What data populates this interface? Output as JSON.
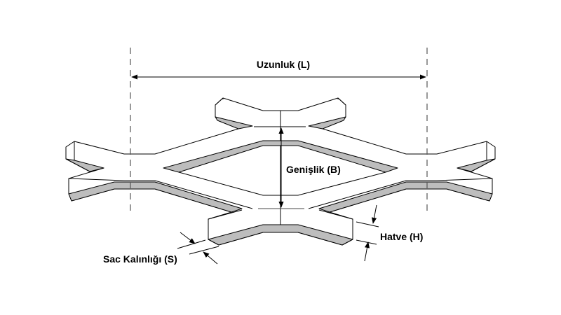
{
  "diagram": {
    "labels": {
      "length": "Uzunluk (L)",
      "width": "Genişlik (B)",
      "pitch": "Hatve (H)",
      "thickness": "Sac Kalınlığı (S)"
    },
    "colors": {
      "face": "#bdbdbd",
      "line": "#000000"
    }
  }
}
